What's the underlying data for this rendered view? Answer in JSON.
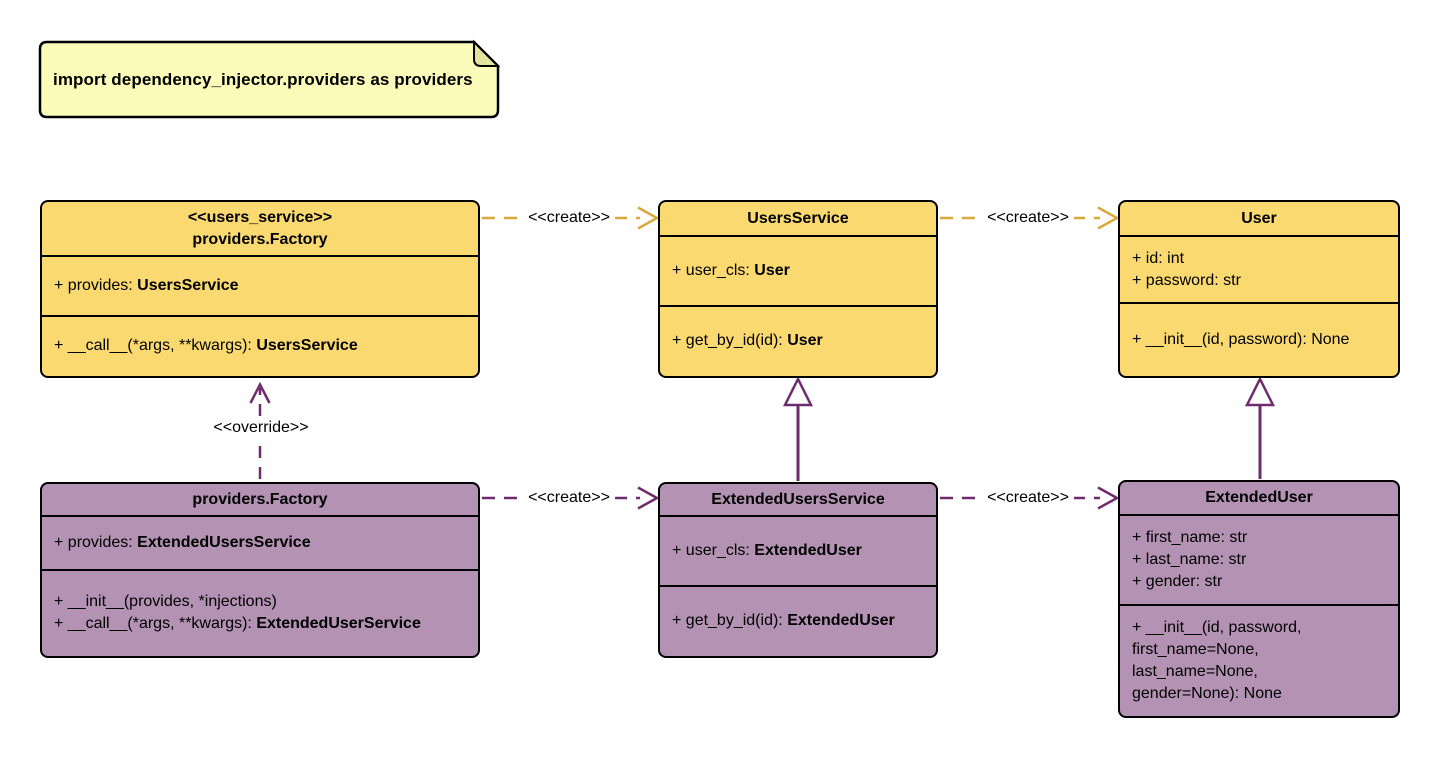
{
  "note": {
    "text": "import dependency_injector.providers as providers"
  },
  "colors": {
    "class_yellow_fill": "#FBD971",
    "class_purple_fill": "#B392B3",
    "arrow_gold": "#D9A83B",
    "arrow_purple": "#6E2C6E",
    "note_fill": "#FBFBBA",
    "note_fold": "#E3E3A0",
    "border_black": "#000000",
    "background": "#FFFFFF"
  },
  "labels": {
    "create_top_1": "<<create>>",
    "create_top_2": "<<create>>",
    "create_bottom_1": "<<create>>",
    "create_bottom_2": "<<create>>",
    "override": "<<override>>"
  },
  "classes": [
    {
      "id": "factory-users",
      "title_lines": [
        "<<users_service>>",
        "providers.Factory"
      ],
      "attributes": [
        [
          {
            "t": "+ provides: "
          },
          {
            "t": "UsersService",
            "b": true
          }
        ]
      ],
      "methods": [
        [
          {
            "t": "+ __call__(*args, **kwargs): "
          },
          {
            "t": "UsersService",
            "b": true
          }
        ]
      ]
    },
    {
      "id": "users-service",
      "title_lines": [
        "UsersService"
      ],
      "attributes": [
        [
          {
            "t": "+ user_cls: "
          },
          {
            "t": "User",
            "b": true
          }
        ]
      ],
      "methods": [
        [
          {
            "t": "+ get_by_id(id): "
          },
          {
            "t": "User",
            "b": true
          }
        ]
      ]
    },
    {
      "id": "user",
      "title_lines": [
        "User"
      ],
      "attributes": [
        [
          {
            "t": "+ id: int"
          }
        ],
        [
          {
            "t": "+ password: str"
          }
        ]
      ],
      "methods": [
        [
          {
            "t": "+ __init__(id, password): None"
          }
        ]
      ]
    },
    {
      "id": "factory-extended",
      "title_lines": [
        "providers.Factory"
      ],
      "attributes": [
        [
          {
            "t": "+ provides: "
          },
          {
            "t": "ExtendedUsersService",
            "b": true
          }
        ]
      ],
      "methods": [
        [
          {
            "t": "+ __init__(provides, *injections)"
          }
        ],
        [
          {
            "t": "+ __call__(*args, **kwargs): "
          },
          {
            "t": "ExtendedUserService",
            "b": true
          }
        ]
      ]
    },
    {
      "id": "extended-users-service",
      "title_lines": [
        "ExtendedUsersService"
      ],
      "attributes": [
        [
          {
            "t": "+ user_cls: "
          },
          {
            "t": "ExtendedUser",
            "b": true
          }
        ]
      ],
      "methods": [
        [
          {
            "t": "+ get_by_id(id): "
          },
          {
            "t": "ExtendedUser",
            "b": true
          }
        ]
      ]
    },
    {
      "id": "extended-user",
      "title_lines": [
        "ExtendedUser"
      ],
      "attributes": [
        [
          {
            "t": "+ first_name: str"
          }
        ],
        [
          {
            "t": "+ last_name: str"
          }
        ],
        [
          {
            "t": "+ gender: str"
          }
        ]
      ],
      "methods": [
        [
          {
            "t": "+ __init__(id, password,"
          }
        ],
        [
          {
            "t": "first_name=None,"
          }
        ],
        [
          {
            "t": "last_name=None,"
          }
        ],
        [
          {
            "t": "gender=None): None"
          }
        ]
      ]
    }
  ]
}
